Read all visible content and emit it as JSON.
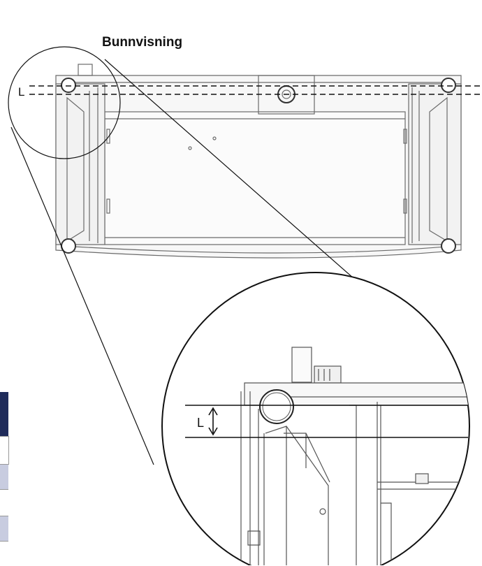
{
  "diagram": {
    "title": "Bunnvisning",
    "dimension_label_top": "L",
    "dimension_label_detail": "L"
  },
  "colors": {
    "line": "#111111",
    "drawing": "#6b6b6b",
    "drawing_fill": "#f4f4f4",
    "table_header": "#1f2b5a",
    "table_stripe": "#c8cce0"
  }
}
